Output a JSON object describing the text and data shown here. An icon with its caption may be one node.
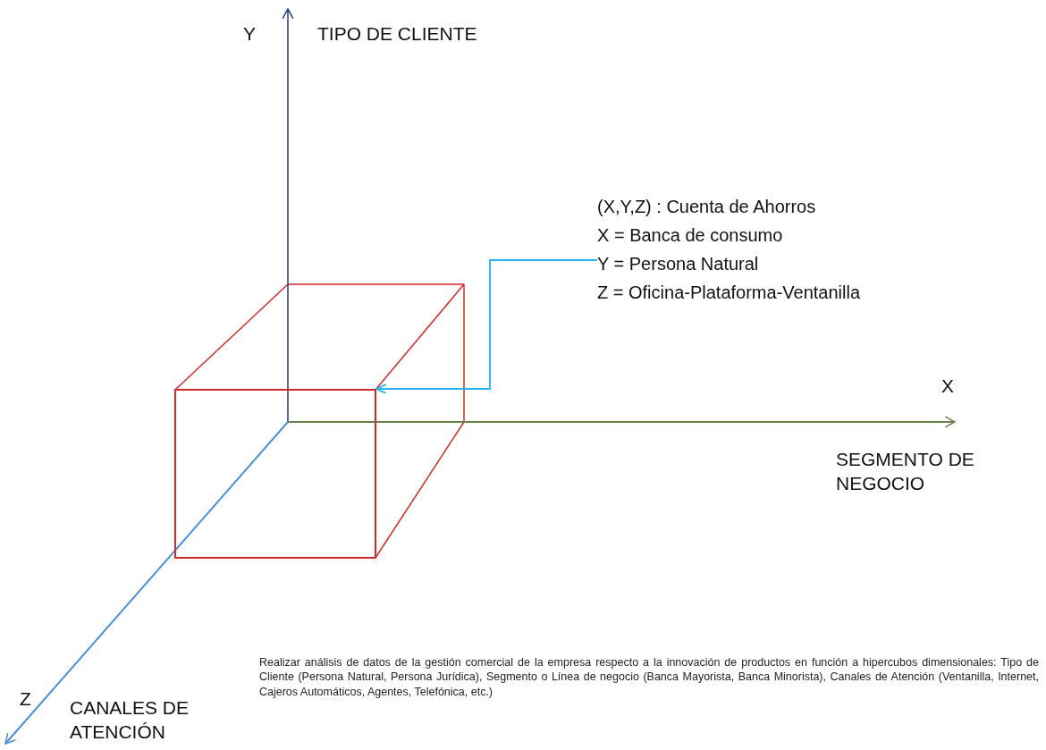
{
  "diagram": {
    "nodes": [
      {
        "text": [
          "(X,Y,Z) : Cuenta de Ahorros",
          "X = Banca de consumo",
          "Y = Persona Natural",
          "Z = Oficina-Plataforma-Ventanilla"
        ]
      },
      {
        "text": [],
        "shape": "box"
      }
    ],
    "edges": [
      {
        "from": 0,
        "to": 1,
        "arrow": "to",
        "color": "#22b5f0"
      }
    ],
    "labels": [
      "Y",
      "TIPO DE CLIENTE",
      "X",
      "SEGMENTO DE NEGOCIO",
      "Z",
      "CANALES DE ATENCIÓN",
      "Realizar análisis de datos de la gestión comercial de la empresa respecto a la innovación de productos en función a hipercubos dimensionales: Tipo de Cliente (Persona Natural, Persona Jurídica), Segmento o Línea de negocio (Banca Mayorista, Banca Minorista), Canales de Atención (Ventanilla, Internet, Cajeros Automáticos, Agentes, Telefónica, etc.)"
    ]
  }
}
